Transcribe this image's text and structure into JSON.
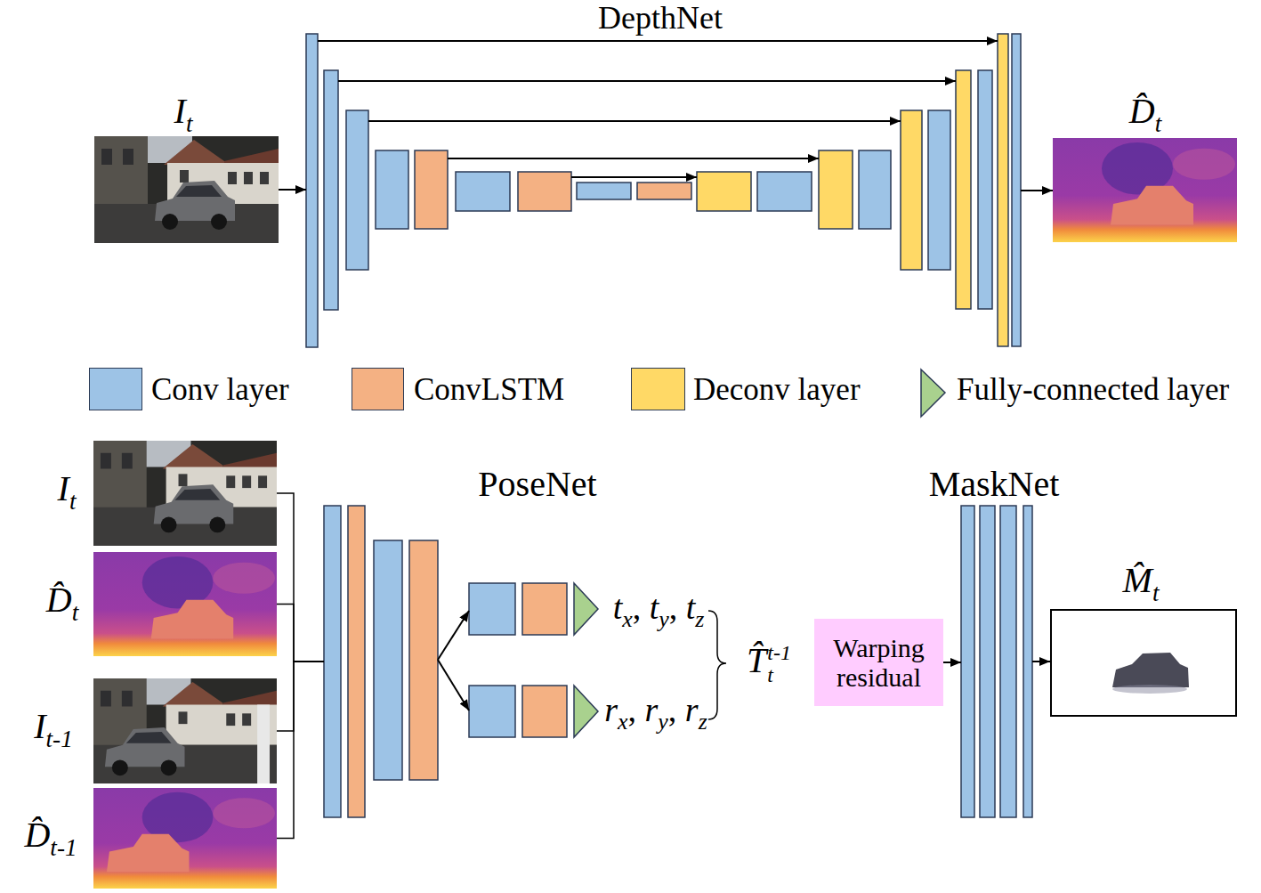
{
  "diagram": {
    "nodes": [
      {
        "text": [
          "It"
        ]
      },
      {
        "text": [
          "DepthNet"
        ]
      },
      {
        "text": [
          "D̂t"
        ]
      },
      {
        "text": [
          "It"
        ]
      },
      {
        "text": [
          "D̂t"
        ]
      },
      {
        "text": [
          "It-1"
        ]
      },
      {
        "text": [
          "D̂t-1"
        ]
      },
      {
        "text": [
          "PoseNet"
        ]
      },
      {
        "text": [
          "Warping residual"
        ]
      },
      {
        "text": [
          "MaskNet"
        ]
      },
      {
        "text": [
          "M̂t"
        ]
      }
    ],
    "edges": [
      {
        "from": 0,
        "to": 1,
        "arrow": "to"
      },
      {
        "from": 1,
        "to": 2,
        "arrow": "to"
      },
      {
        "from": 3,
        "to": 7,
        "arrow": "none"
      },
      {
        "from": 4,
        "to": 7,
        "arrow": "none"
      },
      {
        "from": 5,
        "to": 7,
        "arrow": "none"
      },
      {
        "from": 6,
        "to": 7,
        "arrow": "none"
      },
      {
        "from": 8,
        "to": 9,
        "arrow": "to"
      },
      {
        "from": 9,
        "to": 10,
        "arrow": "to"
      }
    ],
    "labels": [
      "tx, ty, tz",
      "rx, ry, rz",
      "T̂tt-1"
    ],
    "legend": [
      {
        "text": "Conv layer",
        "color": "#9dc3e6"
      },
      {
        "text": "ConvLSTM",
        "color": "#f4b183"
      },
      {
        "text": "Deconv layer",
        "color": "#ffd966"
      },
      {
        "text": "Fully-connected layer"
      }
    ]
  }
}
